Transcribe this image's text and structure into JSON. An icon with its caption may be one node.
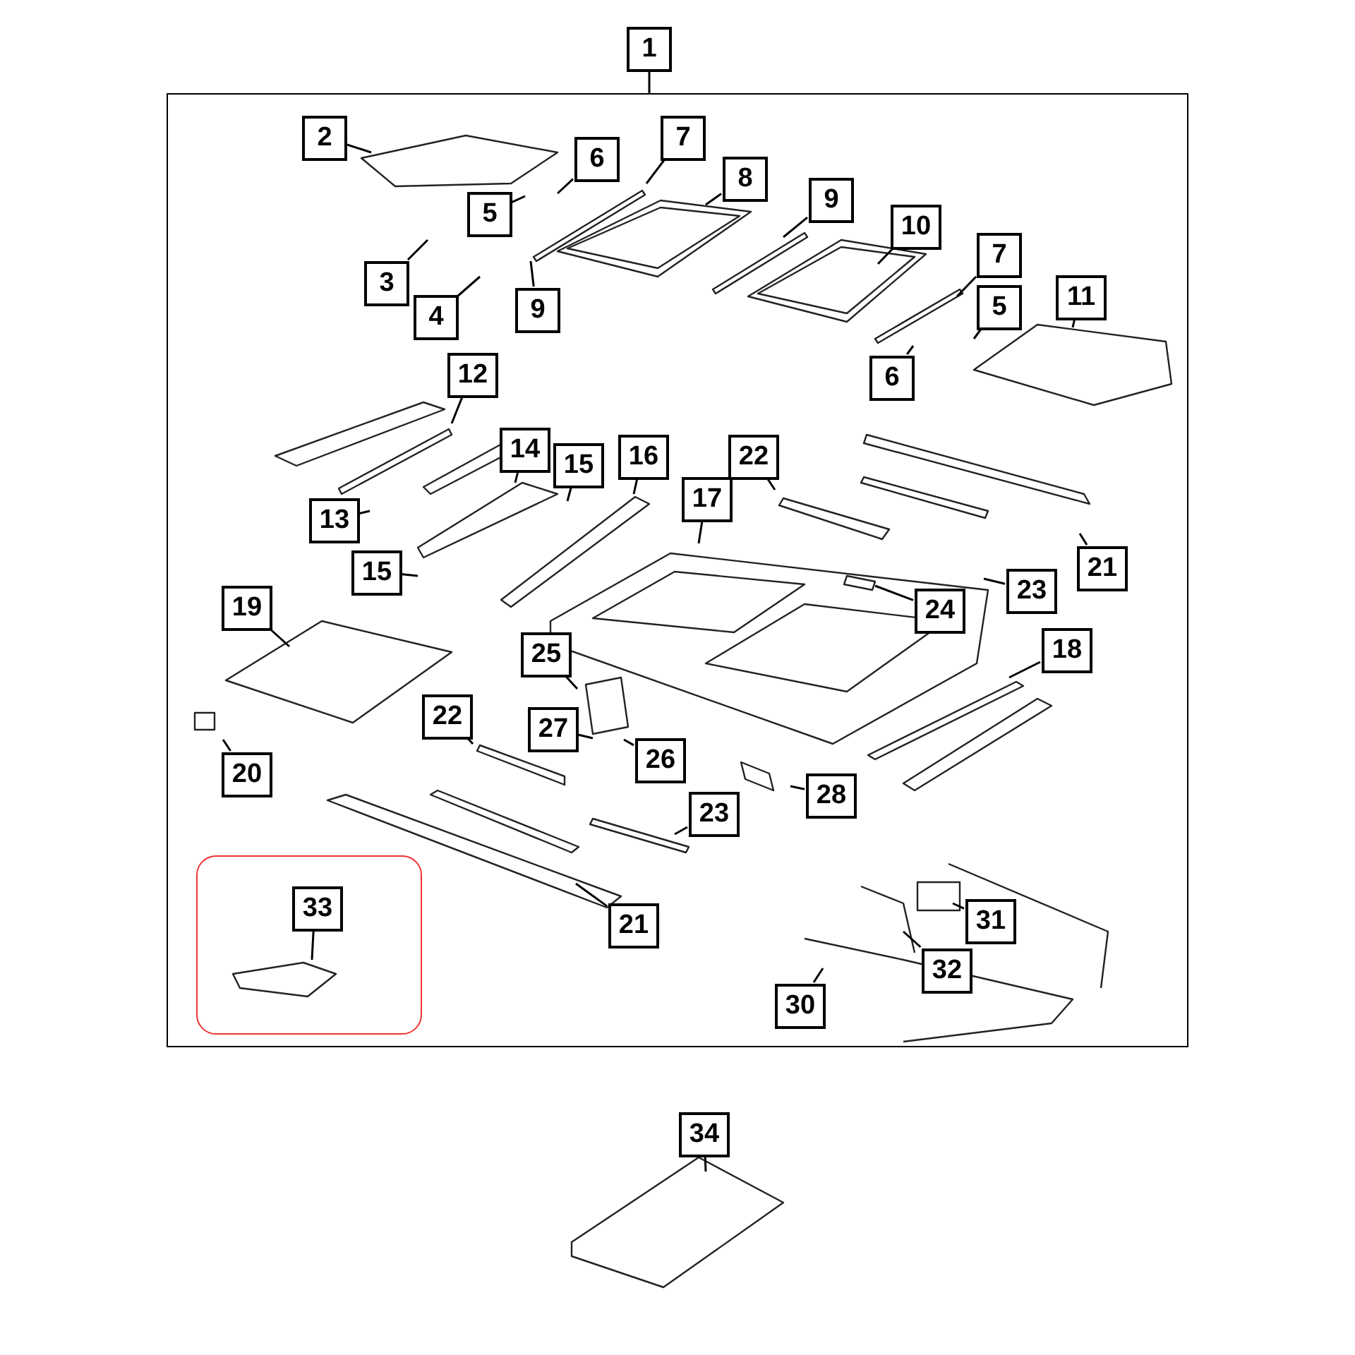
{
  "diagram": {
    "nodes": [
      {
        "text": [
          "1"
        ]
      },
      {
        "text": [],
        "shape": "box"
      },
      {
        "text": [
          "2"
        ],
        "in": 1
      },
      {
        "text": [
          "7"
        ],
        "in": 1
      },
      {
        "text": [
          "6"
        ],
        "in": 1
      },
      {
        "text": [
          "8"
        ],
        "in": 1
      },
      {
        "text": [
          "5"
        ],
        "in": 1
      },
      {
        "text": [
          "9"
        ],
        "in": 1
      },
      {
        "text": [
          "10"
        ],
        "in": 1
      },
      {
        "text": [
          "3"
        ],
        "in": 1
      },
      {
        "text": [
          "7"
        ],
        "in": 1
      },
      {
        "text": [
          "4"
        ],
        "in": 1
      },
      {
        "text": [
          "9"
        ],
        "in": 1
      },
      {
        "text": [
          "11"
        ],
        "in": 1
      },
      {
        "text": [
          "5"
        ],
        "in": 1
      },
      {
        "text": [
          "6"
        ],
        "in": 1
      },
      {
        "text": [
          "12"
        ],
        "in": 1
      },
      {
        "text": [
          "14"
        ],
        "in": 1
      },
      {
        "text": [
          "15"
        ],
        "in": 1
      },
      {
        "text": [
          "16"
        ],
        "in": 1
      },
      {
        "text": [
          "22"
        ],
        "in": 1
      },
      {
        "text": [
          "13"
        ],
        "in": 1
      },
      {
        "text": [
          "17"
        ],
        "in": 1
      },
      {
        "text": [
          "15"
        ],
        "in": 1
      },
      {
        "text": [
          "21"
        ],
        "in": 1
      },
      {
        "text": [
          "19"
        ],
        "in": 1
      },
      {
        "text": [
          "23"
        ],
        "in": 1
      },
      {
        "text": [
          "24"
        ],
        "in": 1
      },
      {
        "text": [
          "25"
        ],
        "in": 1
      },
      {
        "text": [
          "18"
        ],
        "in": 1
      },
      {
        "text": [
          "22"
        ],
        "in": 1
      },
      {
        "text": [
          "27"
        ],
        "in": 1
      },
      {
        "text": [
          "26"
        ],
        "in": 1
      },
      {
        "text": [
          "20"
        ],
        "in": 1
      },
      {
        "text": [
          "28"
        ],
        "in": 1
      },
      {
        "text": [
          "23"
        ],
        "in": 1
      },
      {
        "text": [],
        "shape": "box",
        "in": 1
      },
      {
        "text": [
          "33"
        ],
        "in": 36
      },
      {
        "text": [
          "21"
        ],
        "in": 1
      },
      {
        "text": [
          "31"
        ],
        "in": 1
      },
      {
        "text": [
          "32"
        ],
        "in": 1
      },
      {
        "text": [
          "30"
        ],
        "in": 1
      },
      {
        "text": [
          "34"
        ]
      }
    ],
    "edges": [
      {
        "from": 0,
        "to": 1,
        "arrow": "none"
      },
      {
        "from": 2,
        "to": null,
        "arrow": "none"
      },
      {
        "from": 3,
        "to": null,
        "arrow": "none"
      },
      {
        "from": 4,
        "to": null,
        "arrow": "none"
      },
      {
        "from": 5,
        "to": null,
        "arrow": "none"
      },
      {
        "from": 6,
        "to": null,
        "arrow": "none"
      },
      {
        "from": 7,
        "to": null,
        "arrow": "none"
      },
      {
        "from": 8,
        "to": null,
        "arrow": "none"
      },
      {
        "from": 9,
        "to": null,
        "arrow": "none"
      },
      {
        "from": 10,
        "to": null,
        "arrow": "none"
      },
      {
        "from": 11,
        "to": null,
        "arrow": "none"
      },
      {
        "from": 12,
        "to": null,
        "arrow": "none"
      },
      {
        "from": 13,
        "to": null,
        "arrow": "none"
      },
      {
        "from": 14,
        "to": null,
        "arrow": "none"
      },
      {
        "from": 15,
        "to": null,
        "arrow": "none"
      },
      {
        "from": 16,
        "to": null,
        "arrow": "none"
      },
      {
        "from": 17,
        "to": null,
        "arrow": "none"
      },
      {
        "from": 18,
        "to": null,
        "arrow": "none"
      },
      {
        "from": 19,
        "to": null,
        "arrow": "none"
      },
      {
        "from": 20,
        "to": null,
        "arrow": "none"
      },
      {
        "from": 21,
        "to": null,
        "arrow": "none"
      },
      {
        "from": 22,
        "to": null,
        "arrow": "none"
      },
      {
        "from": 23,
        "to": null,
        "arrow": "none"
      },
      {
        "from": 24,
        "to": null,
        "arrow": "none"
      },
      {
        "from": 25,
        "to": null,
        "arrow": "none"
      },
      {
        "from": 26,
        "to": null,
        "arrow": "none"
      },
      {
        "from": 27,
        "to": null,
        "arrow": "none"
      },
      {
        "from": 28,
        "to": null,
        "arrow": "none"
      },
      {
        "from": 29,
        "to": null,
        "arrow": "none"
      },
      {
        "from": 30,
        "to": null,
        "arrow": "none"
      },
      {
        "from": 31,
        "to": null,
        "arrow": "none"
      },
      {
        "from": 32,
        "to": null,
        "arrow": "none"
      },
      {
        "from": 33,
        "to": null,
        "arrow": "none"
      },
      {
        "from": 34,
        "to": null,
        "arrow": "none"
      },
      {
        "from": 35,
        "to": null,
        "arrow": "none"
      },
      {
        "from": 37,
        "to": null,
        "arrow": "none"
      },
      {
        "from": 38,
        "to": null,
        "arrow": "none"
      },
      {
        "from": 39,
        "to": null,
        "arrow": "none"
      },
      {
        "from": 40,
        "to": null,
        "arrow": "none"
      },
      {
        "from": 41,
        "to": null,
        "arrow": "none"
      },
      {
        "from": 42,
        "to": null,
        "arrow": "none"
      }
    ]
  }
}
